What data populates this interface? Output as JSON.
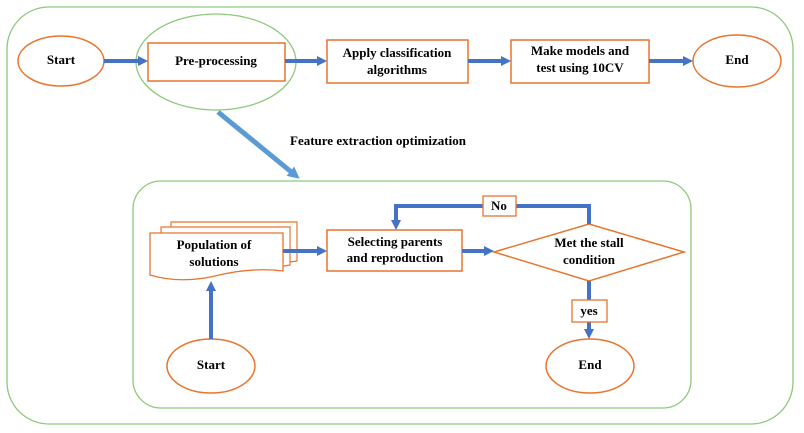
{
  "colors": {
    "outline_green": "#8cc97a",
    "shape_orange": "#e8742e",
    "arrow_blue": "#4472c4",
    "arrow_light_blue": "#5b9bd5"
  },
  "top_flow": {
    "start": "Start",
    "preprocessing": "Pre-processing",
    "classification_line1": "Apply classification",
    "classification_line2": "algorithms",
    "models_line1": "Make models and",
    "models_line2": "test using 10CV",
    "end": "End"
  },
  "feature_label": "Feature extraction optimization",
  "inner_flow": {
    "population_line1": "Population of",
    "population_line2": "solutions",
    "selecting_line1": "Selecting parents",
    "selecting_line2": "and reproduction",
    "stall_line1": "Met the stall",
    "stall_line2": "condition",
    "no_label": "No",
    "yes_label": "yes",
    "start": "Start",
    "end": "End"
  }
}
